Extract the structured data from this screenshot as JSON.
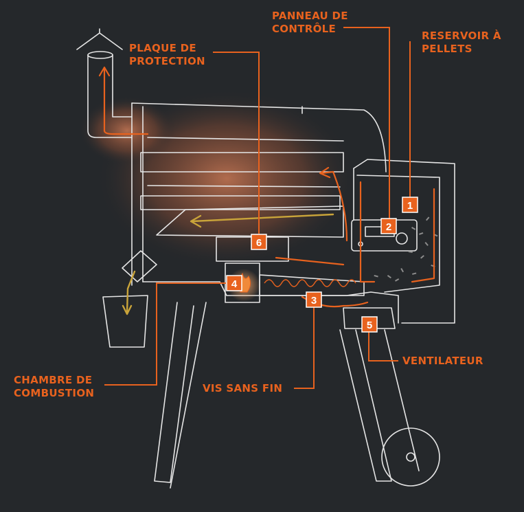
{
  "labels": {
    "control_panel": "PANNEAU DE\nCONTRÔLE",
    "hopper": "RESERVOIR À\nPELLETS",
    "heat_shield": "PLAQUE DE\nPROTECTION",
    "firepot": "CHAMBRE DE\nCOMBUSTION",
    "auger": "VIS SANS FIN",
    "fan": "VENTILATEUR"
  },
  "badges": {
    "b1": "1",
    "b2": "2",
    "b3": "3",
    "b4": "4",
    "b5": "5",
    "b6": "6"
  },
  "colors": {
    "background": "#25282b",
    "accent": "#e8621e",
    "linework": "#e6e6e6",
    "airflow": "#c9a43a"
  }
}
